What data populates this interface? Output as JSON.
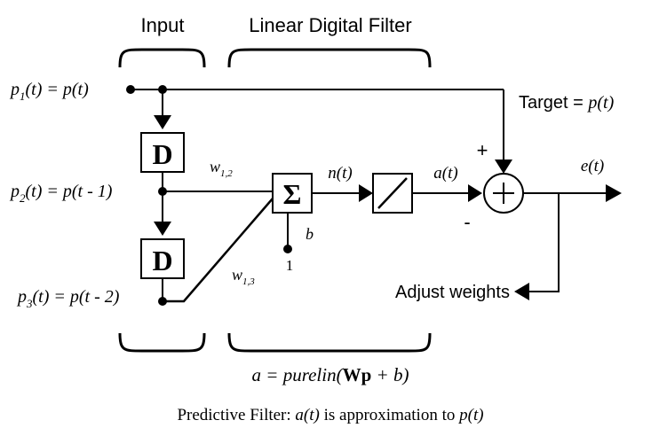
{
  "headers": {
    "input": "Input",
    "filter": "Linear  Digital Filter"
  },
  "inputs": {
    "p1": {
      "base": "p",
      "sub": "1",
      "rest": "(t) = p(t)"
    },
    "p2": {
      "base": "p",
      "sub": "2",
      "rest": "(t) = p(t - 1)"
    },
    "p3": {
      "base": "p",
      "sub": "3",
      "rest": "(t) = p(t - 2)"
    }
  },
  "blocks": {
    "delay_label": "D",
    "sum_label": "Σ",
    "bias_label": "b",
    "bias_input": "1"
  },
  "weights": {
    "w12": {
      "base": "w",
      "sub": "1,2"
    },
    "w13": {
      "base": "w",
      "sub": "1,3"
    }
  },
  "signals": {
    "net_input": "n(t)",
    "output": "a(t)",
    "error": "e(t)",
    "plus_sign": "+",
    "minus_sign": "-"
  },
  "target": {
    "prefix": "Target =",
    "value": "p(t)"
  },
  "adjust": {
    "label": "Adjust weights"
  },
  "equation": {
    "lhs": "a = purelin(",
    "bold": "Wp",
    "rhs": " + b)"
  },
  "caption": {
    "prefix": "Predictive Filter:",
    "a": "a(t)",
    "middle": " is approximation to ",
    "p": "p(t)"
  }
}
